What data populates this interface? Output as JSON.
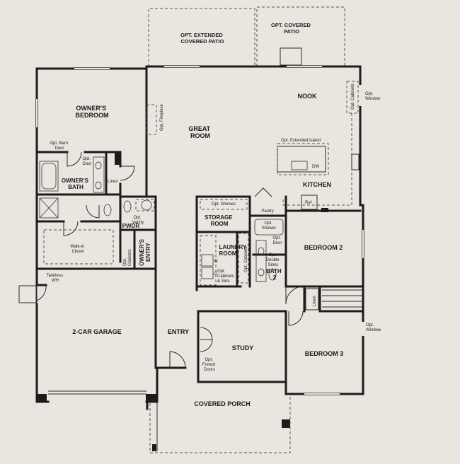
{
  "labels": {
    "opt_extended_covered_patio": [
      "OPT. EXTENDED",
      "COVERED PATIO"
    ],
    "opt_covered_patio": [
      "OPT. COVERED",
      "PATIO"
    ],
    "owners_bedroom": [
      "OWNER'S",
      "BEDROOM"
    ],
    "great_room": [
      "GREAT",
      "ROOM"
    ],
    "nook": "NOOK",
    "opt_window_nook": [
      "Opt.",
      "Window"
    ],
    "opt_cabinets_nook": "Opt. Cabinets",
    "opt_fireplace": "Opt. Fireplace",
    "opt_barn_door": [
      "Opt. Barn",
      "Door"
    ],
    "opt_door_bath": [
      "Opt.",
      "Door"
    ],
    "owners_bath": [
      "OWNER'S",
      "BATH"
    ],
    "linen_owner": "Linen",
    "opt_extended_island": "Opt. Extended Island",
    "dw": "DW",
    "kitchen": "KITCHEN",
    "ref": "Ref",
    "pantry": "Pantry",
    "opt_shelves": "Opt. Shelves",
    "storage_room": [
      "STORAGE",
      "ROOM"
    ],
    "opt_vanity": [
      "Opt.",
      "Vanity"
    ],
    "pwdr": "PWDR",
    "walk_in_closet": [
      "Walk-in",
      "Closet"
    ],
    "opt_cabinets_entry": [
      "Opt.",
      "Cabinets"
    ],
    "owners_entry": [
      "OWNER'S",
      "ENTRY"
    ],
    "laundry_room": [
      "LAUNDRY",
      "ROOM"
    ],
    "w": "W",
    "d": "D",
    "opt_cabinets_sink": [
      "Opt.",
      "Cabinets",
      "& Sink"
    ],
    "opt_cabinets_laundry": "Opt. Cabinets",
    "opt_shower": [
      "Opt.",
      "Shower"
    ],
    "opt_door_bath2": [
      "Opt.",
      "Door"
    ],
    "opt_double_sinks": [
      "Opt.",
      "Double",
      "Sinks"
    ],
    "bath_2": [
      "BATH",
      "2"
    ],
    "bedroom_2": "BEDROOM 2",
    "tankless_wh": [
      "Tankless",
      "WH"
    ],
    "linen_hall": "Linen",
    "opt_window_bed3": [
      "Opt.",
      "Window"
    ],
    "two_car_garage": "2-CAR GARAGE",
    "entry": "ENTRY",
    "study": "STUDY",
    "opt_french_doors": [
      "Opt.",
      "French",
      "Doors"
    ],
    "bedroom_3": "BEDROOM 3",
    "covered_porch": "COVERED PORCH"
  }
}
